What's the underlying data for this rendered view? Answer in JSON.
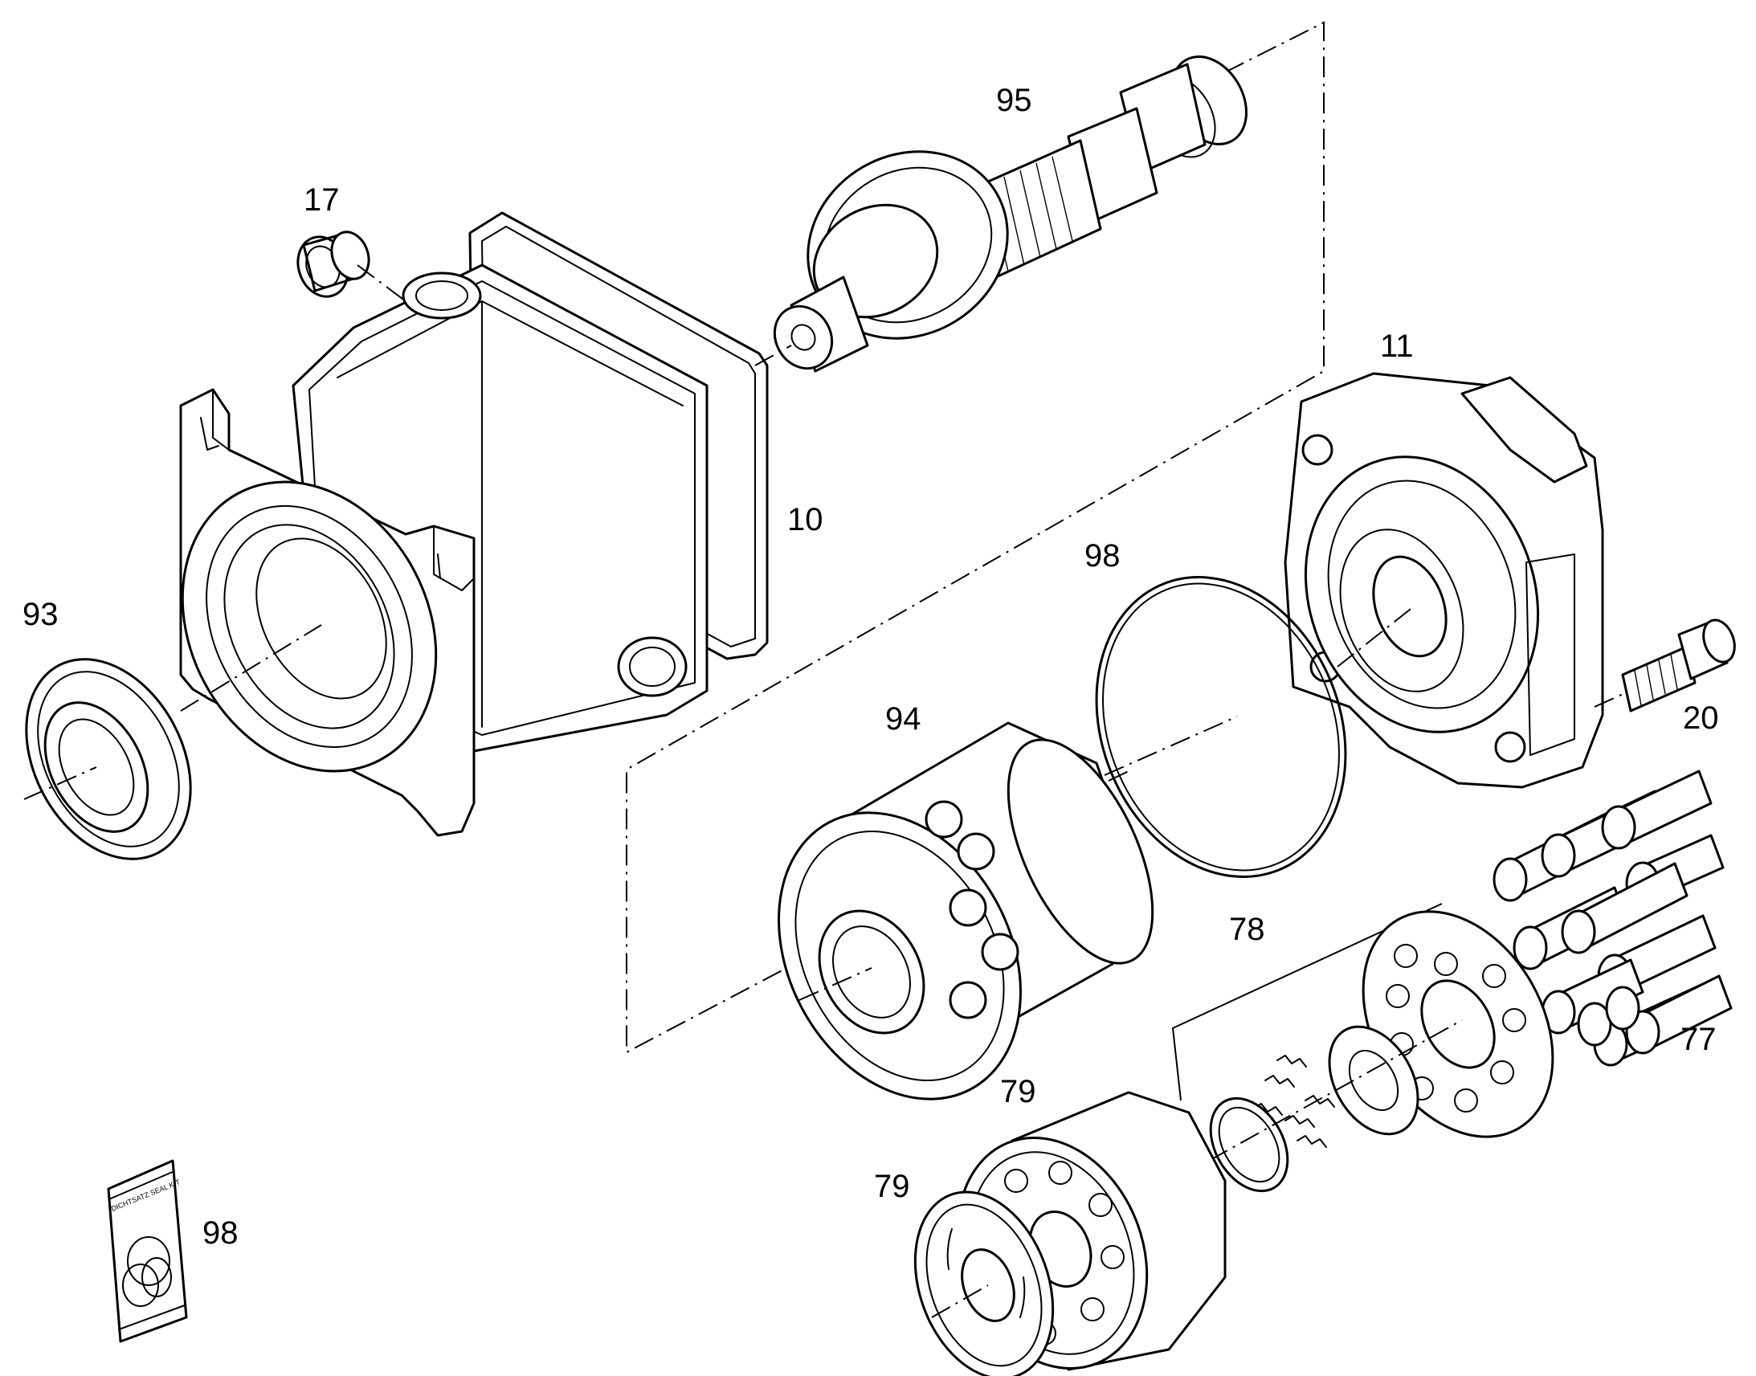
{
  "diagram": {
    "labels": {
      "p10": "10",
      "p11": "11",
      "p17": "17",
      "p20": "20",
      "p77": "77",
      "p78": "78",
      "p79a": "79",
      "p79b": "79",
      "p93": "93",
      "p94": "94",
      "p95": "95",
      "p98a": "98",
      "p98b": "98"
    },
    "seal_kit_bag_text": "DICHTSATZ SEAL KIT"
  }
}
